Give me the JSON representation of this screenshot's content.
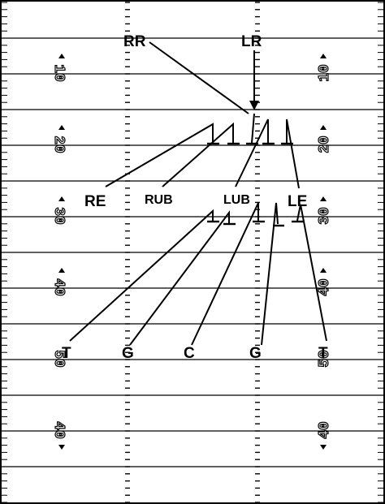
{
  "diagram": {
    "yard_numbers": [
      "10",
      "20",
      "30",
      "40",
      "50",
      "40"
    ],
    "blockers": {
      "rr": "RR",
      "lr": "LR",
      "re": "RE",
      "rub": "RUB",
      "lub": "LUB",
      "le": "LE"
    },
    "linemen": {
      "t_left": "T",
      "g_left": "G",
      "c": "C",
      "g_right": "G",
      "t_right": "T"
    }
  }
}
